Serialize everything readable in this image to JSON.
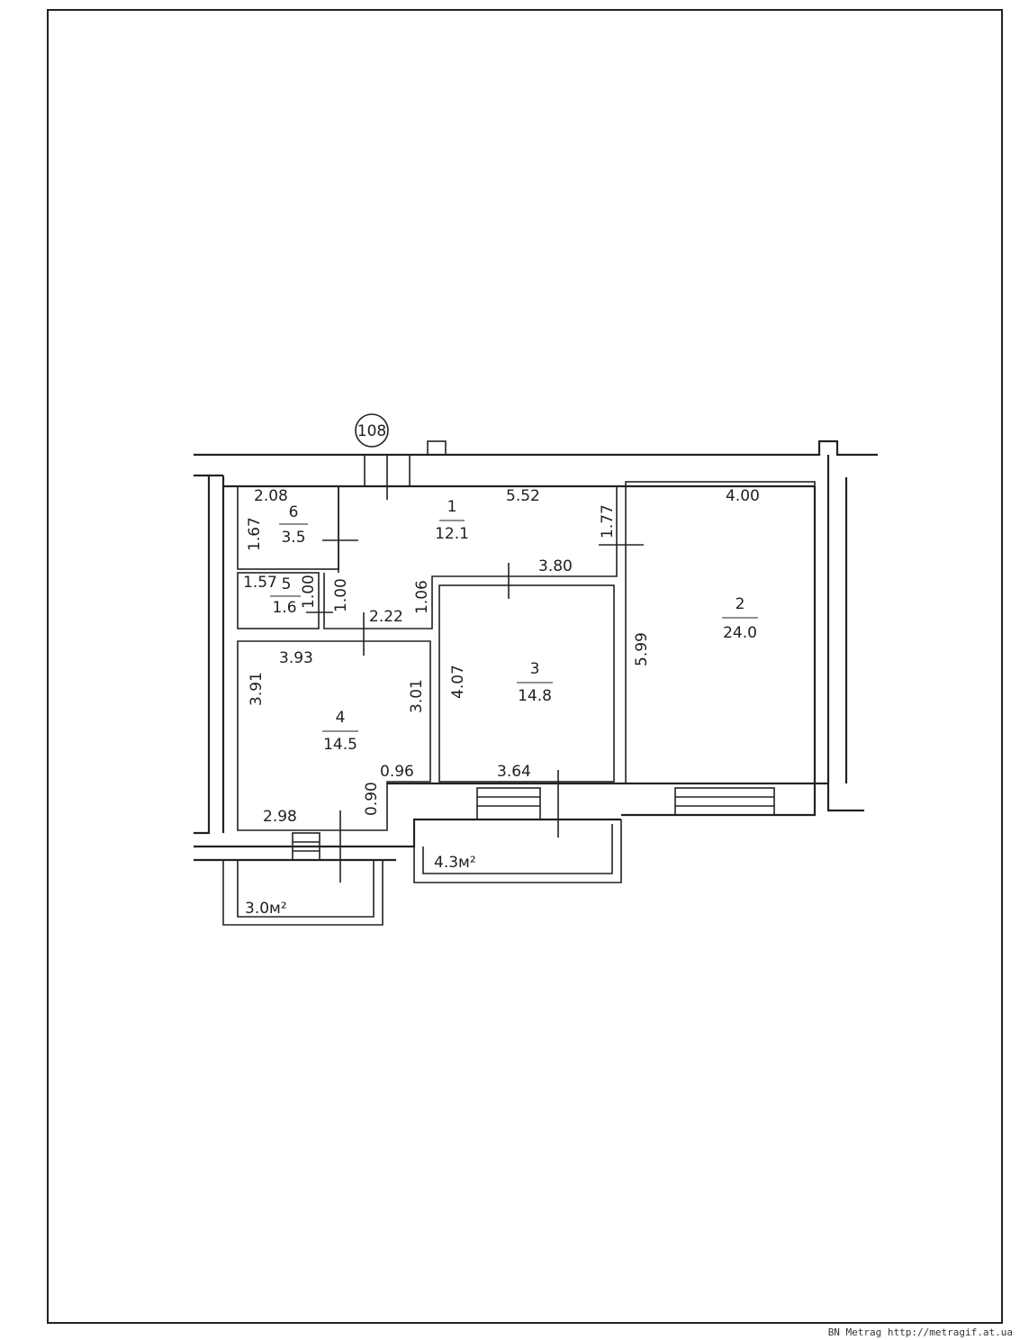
{
  "building_marker": "108",
  "rooms": [
    {
      "id": "1",
      "number": "1",
      "area": "12.1"
    },
    {
      "id": "2",
      "number": "2",
      "area": "24.0"
    },
    {
      "id": "3",
      "number": "3",
      "area": "14.8"
    },
    {
      "id": "4",
      "number": "4",
      "area": "14.5"
    },
    {
      "id": "5",
      "number": "5",
      "area": "1.6"
    },
    {
      "id": "6",
      "number": "6",
      "area": "3.5"
    }
  ],
  "dimensions": {
    "room6_width": "2.08",
    "room6_height": "1.67",
    "room1_width": "5.52",
    "room1_side": "1.77",
    "room1_inner": "1.06",
    "room5_width": "1.57",
    "room5_height": "1.00",
    "corridor_height": "1.00",
    "corridor_width": "2.22",
    "room3_top": "3.80",
    "room3_side": "4.07",
    "room3_bottom": "3.64",
    "room2_width": "4.00",
    "room2_height": "5.99",
    "room4_top": "3.93",
    "room4_left": "3.91",
    "room4_right": "3.01",
    "room4_bottom": "2.98",
    "room4_step_h": "0.96",
    "room4_step_v": "0.90"
  },
  "balconies": [
    {
      "id": "balcony-left",
      "area": "3.0м²"
    },
    {
      "id": "balcony-right",
      "area": "4.3м²"
    }
  ],
  "watermark": "BN Metrag http://metragif.at.ua"
}
